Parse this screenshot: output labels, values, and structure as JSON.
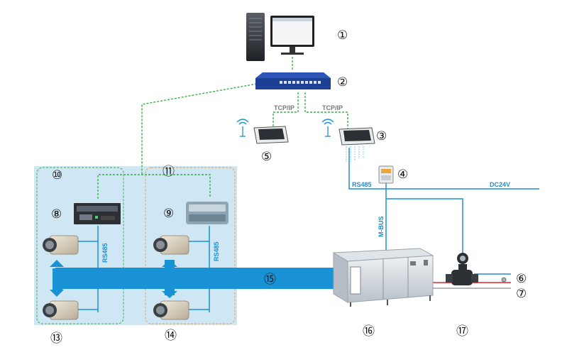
{
  "labels": {
    "tcp_left": "TCP/IP",
    "tcp_right": "TCP/IP",
    "rs485_top": "RS485",
    "dc24v": "DC24V",
    "mbus": "M-BUS",
    "rs485_left": "RS485",
    "rs485_right": "RS485"
  },
  "numbers": {
    "n1": "①",
    "n2": "②",
    "n3": "③",
    "n4": "④",
    "n5": "⑤",
    "n6": "⑥",
    "n7": "⑦",
    "n8": "⑧",
    "n9": "⑨",
    "n10": "⑩",
    "n11": "⑪",
    "n13": "⑬",
    "n14": "⑭",
    "n15": "⑮",
    "n16": "⑯",
    "n17": "⑰"
  },
  "colors": {
    "zone_fill": "#cfe6f5",
    "duct": "#1a93d6",
    "bus_line": "#1f8fd0",
    "green_dash": "#3cb04a",
    "orange_dash": "#e3a24a",
    "red_pipe": "#e0262a",
    "label_blue": "#1f8fd0"
  },
  "icons": {
    "computer": "computer-server-icon",
    "switch": "network-switch-icon",
    "antenna": "antenna-icon"
  }
}
